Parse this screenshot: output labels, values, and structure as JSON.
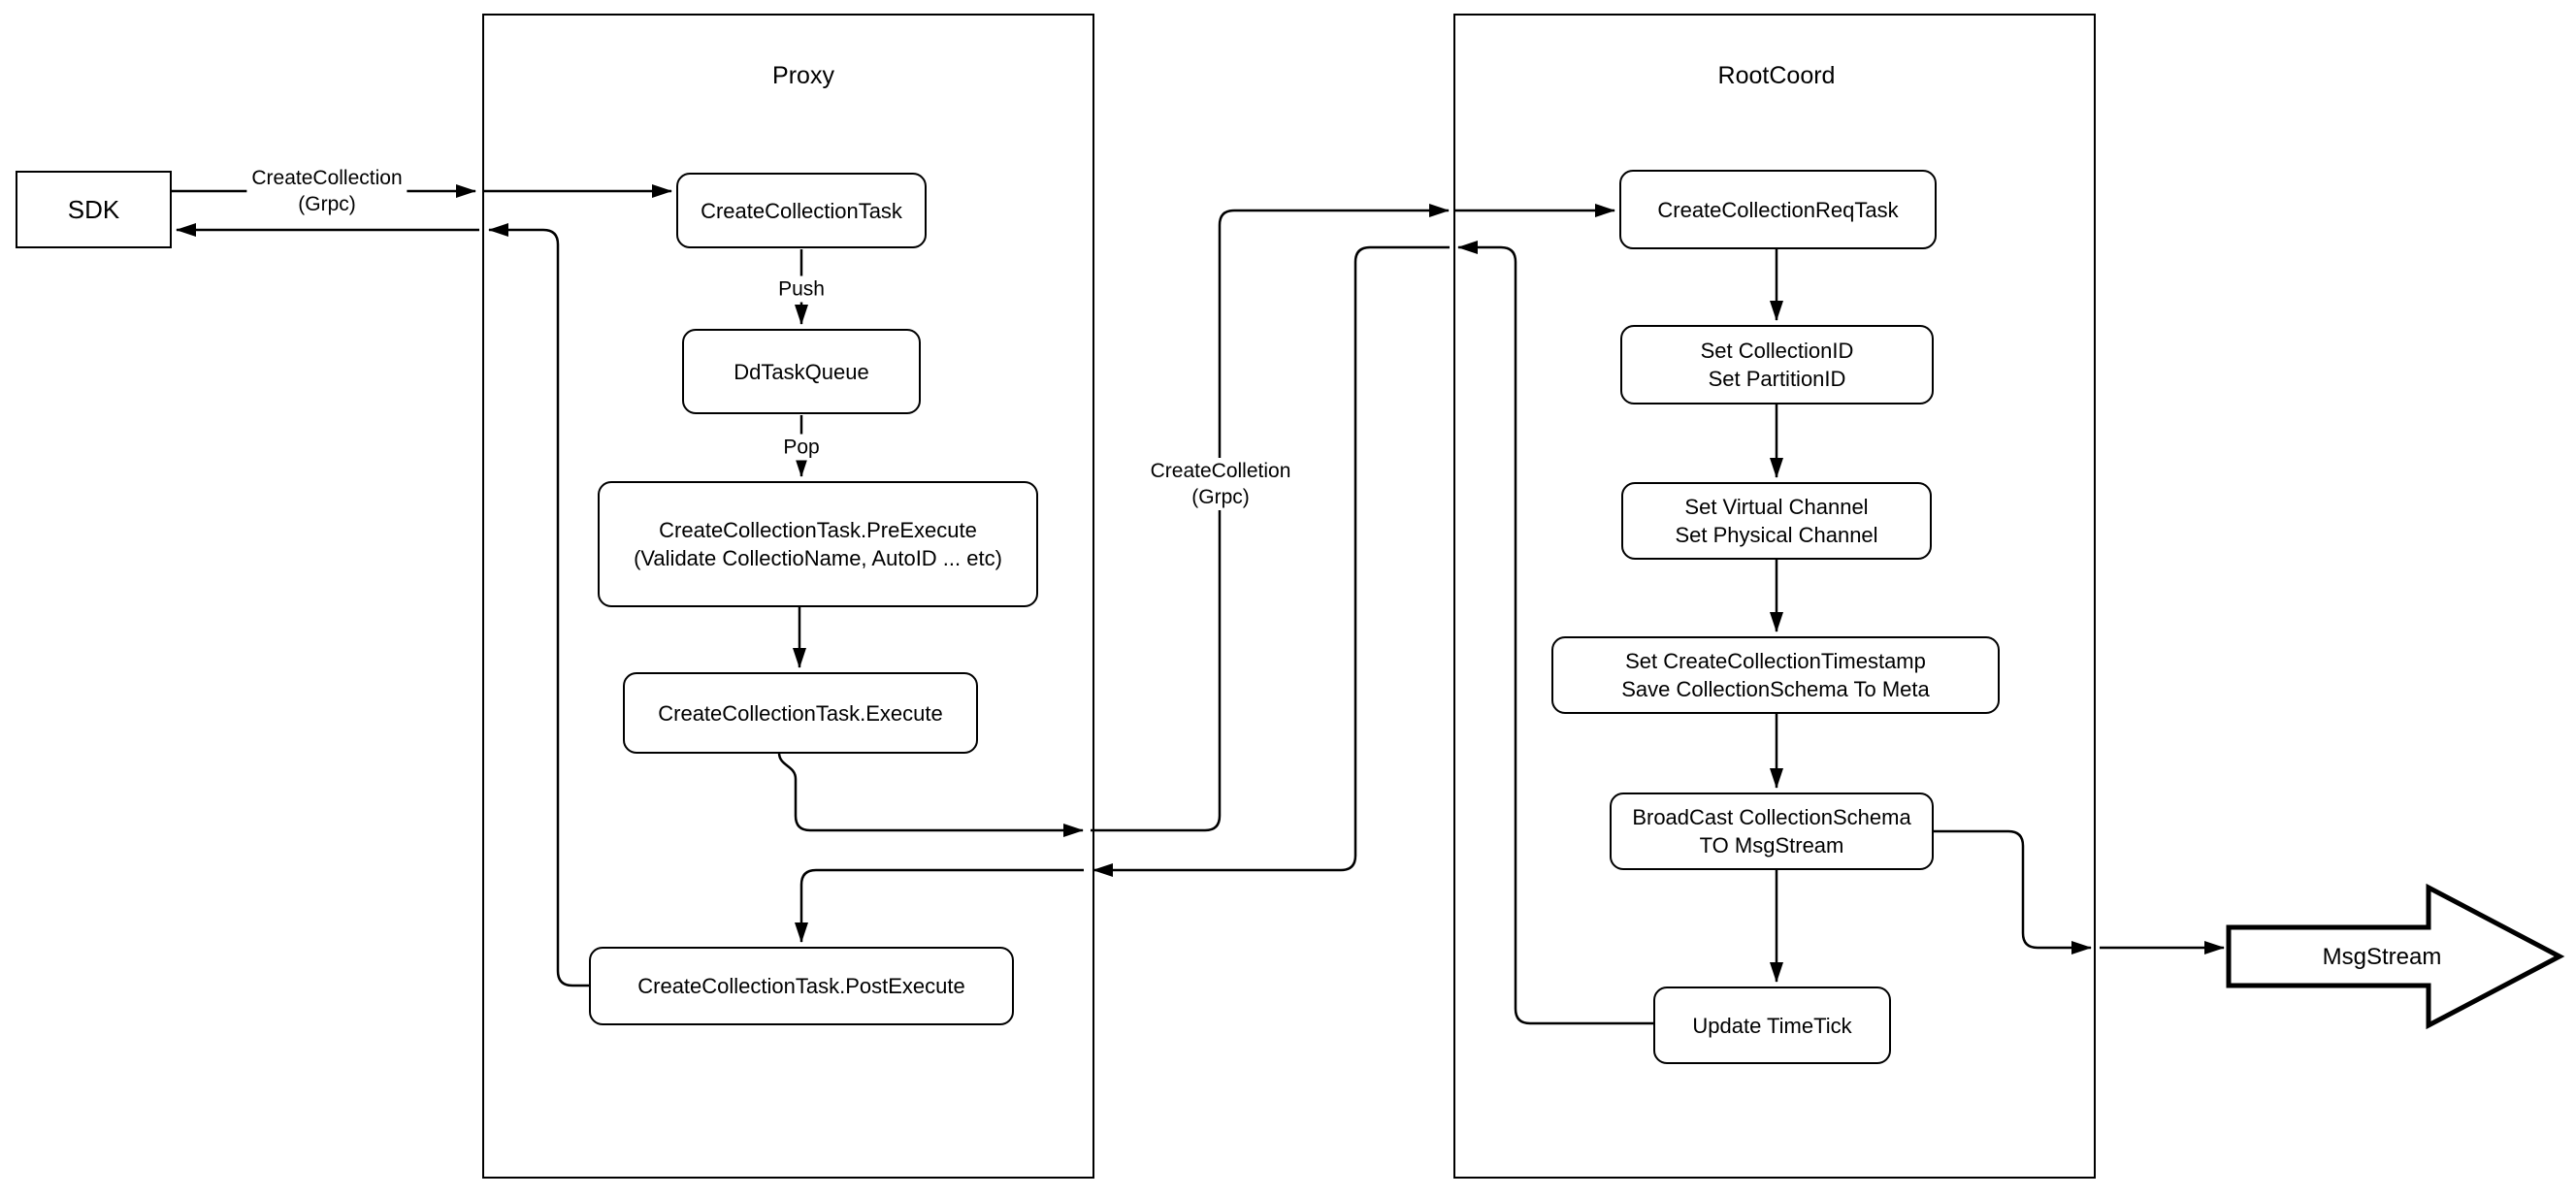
{
  "colors": {
    "stroke": "#000000",
    "background": "#ffffff",
    "node_fill": "#ffffff",
    "text": "#000000"
  },
  "containers": {
    "proxy": {
      "title": "Proxy"
    },
    "rootcoord": {
      "title": "RootCoord"
    }
  },
  "nodes": {
    "sdk": {
      "label": "SDK"
    },
    "task": {
      "label": "CreateCollectionTask"
    },
    "queue": {
      "label": "DdTaskQueue"
    },
    "pre": {
      "label": "CreateCollectionTask.PreExecute\n(Validate CollectioName, AutoID ... etc)"
    },
    "exec": {
      "label": "CreateCollectionTask.Execute"
    },
    "post": {
      "label": "CreateCollectionTask.PostExecute"
    },
    "reqtask": {
      "label": "CreateCollectionReqTask"
    },
    "set_ids": {
      "label": "Set CollectionID\nSet PartitionID"
    },
    "set_channels": {
      "label": "Set Virtual Channel\nSet Physical Channel"
    },
    "set_timestamp": {
      "label": "Set CreateCollectionTimestamp\nSave CollectionSchema To Meta"
    },
    "broadcast": {
      "label": "BroadCast CollectionSchema\nTO MsgStream"
    },
    "timetick": {
      "label": "Update TimeTick"
    },
    "msgstream": {
      "label": "MsgStream"
    }
  },
  "edge_labels": {
    "request_grpc": "CreateCollection\n(Grpc)",
    "push": "Push",
    "pop": "Pop",
    "internal_grpc": "CreateColletion\n(Grpc)"
  },
  "edges": [
    {
      "from": "SDK",
      "to": "CreateCollectionTask",
      "label": "CreateCollection (Grpc)"
    },
    {
      "from": "CreateCollectionTask",
      "to": "DdTaskQueue",
      "label": "Push"
    },
    {
      "from": "DdTaskQueue",
      "to": "CreateCollectionTask.PreExecute",
      "label": "Pop"
    },
    {
      "from": "CreateCollectionTask.PreExecute",
      "to": "CreateCollectionTask.Execute",
      "label": ""
    },
    {
      "from": "CreateCollectionTask.Execute",
      "to": "CreateCollectionReqTask",
      "label": "CreateColletion (Grpc)"
    },
    {
      "from": "CreateCollectionReqTask",
      "to": "Set CollectionID / Set PartitionID",
      "label": ""
    },
    {
      "from": "Set CollectionID / Set PartitionID",
      "to": "Set Virtual Channel / Set Physical Channel",
      "label": ""
    },
    {
      "from": "Set Virtual Channel / Set Physical Channel",
      "to": "Set CreateCollectionTimestamp / Save CollectionSchema To Meta",
      "label": ""
    },
    {
      "from": "Set CreateCollectionTimestamp / Save CollectionSchema To Meta",
      "to": "BroadCast CollectionSchema TO MsgStream",
      "label": ""
    },
    {
      "from": "BroadCast CollectionSchema TO MsgStream",
      "to": "Update TimeTick",
      "label": ""
    },
    {
      "from": "BroadCast CollectionSchema TO MsgStream",
      "to": "MsgStream",
      "label": ""
    },
    {
      "from": "Update TimeTick",
      "to": "CreateCollectionTask.PostExecute",
      "label": ""
    },
    {
      "from": "CreateCollectionTask.PostExecute",
      "to": "SDK",
      "label": ""
    }
  ]
}
